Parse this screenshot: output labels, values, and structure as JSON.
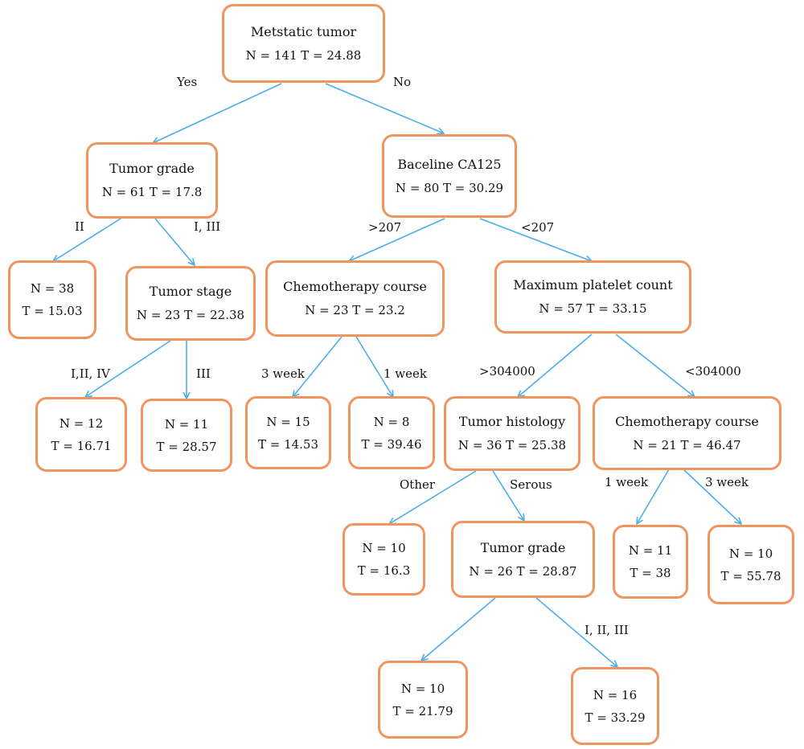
{
  "root": {
    "title": "Metstatic tumor",
    "stat": "N = 141 T = 24.88"
  },
  "tumor_grade_1": {
    "title": "Tumor grade",
    "stat": "N = 61 T = 17.8"
  },
  "baseline_ca125": {
    "title": "Baceline CA125",
    "stat": "N = 80 T = 30.29"
  },
  "leaf_n38": {
    "n": "N = 38",
    "t": "T = 15.03"
  },
  "tumor_stage": {
    "title": "Tumor stage",
    "stat": "N = 23 T = 22.38"
  },
  "chemo_course_1": {
    "title": "Chemotherapy course",
    "stat": "N = 23 T = 23.2"
  },
  "max_platelet": {
    "title": "Maximum platelet count",
    "stat": "N = 57 T = 33.15"
  },
  "leaf_n12": {
    "n": "N = 12",
    "t": "T = 16.71"
  },
  "leaf_n11a": {
    "n": "N = 11",
    "t": "T = 28.57"
  },
  "leaf_n15": {
    "n": "N = 15",
    "t": "T = 14.53"
  },
  "leaf_n8": {
    "n": "N = 8",
    "t": "T = 39.46"
  },
  "tumor_histology": {
    "title": "Tumor histology",
    "stat": "N = 36 T = 25.38"
  },
  "chemo_course_2": {
    "title": "Chemotherapy course",
    "stat": "N = 21 T = 46.47"
  },
  "leaf_n10a": {
    "n": "N = 10",
    "t": "T = 16.3"
  },
  "tumor_grade_2": {
    "title": "Tumor grade",
    "stat": "N = 26 T = 28.87"
  },
  "leaf_n11b": {
    "n": "N = 11",
    "t": "T = 38"
  },
  "leaf_n10b": {
    "n": "N = 10",
    "t": "T = 55.78"
  },
  "leaf_n10c": {
    "n": "N = 10",
    "t": "T = 21.79"
  },
  "leaf_n16": {
    "n": "N = 16",
    "t": "T = 33.29"
  },
  "edge_labels": {
    "yes": "Yes",
    "no": "No",
    "grade_ii": "II",
    "grade_i_iii": "I, III",
    "ca_gt": ">207",
    "ca_lt": "<207",
    "stage_i_ii_iv": "I,II, IV",
    "stage_iii": "III",
    "chemo_3week": "3 week",
    "chemo_1week": "1 week",
    "plt_gt": ">304000",
    "plt_lt": "<304000",
    "hist_other": "Other",
    "hist_serous": "Serous",
    "chemo2_1week": "1 week",
    "chemo2_3week": "3 week",
    "grade2_i_ii_iii": "I, II, III"
  },
  "colors": {
    "node_border": "#F0955F",
    "edge": "#4BAEE8"
  }
}
